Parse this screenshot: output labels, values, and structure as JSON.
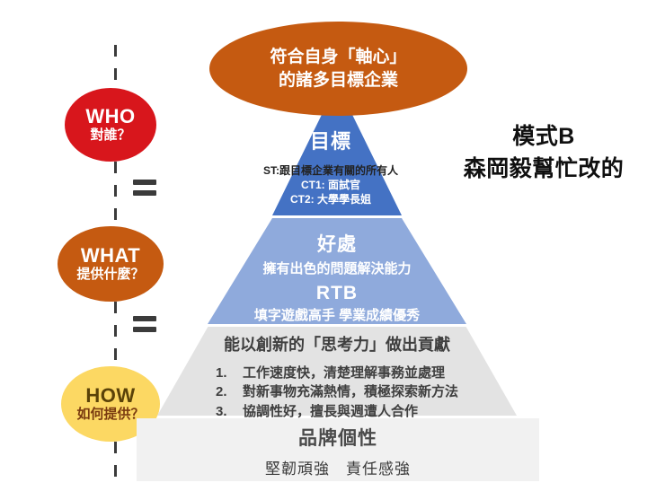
{
  "left_rail": {
    "circles": [
      {
        "id": "who",
        "en": "WHO",
        "zh": "對誰？",
        "color": "#D8161C"
      },
      {
        "id": "what",
        "en": "WHAT",
        "zh": "提供什麼？",
        "color": "#C55A11"
      },
      {
        "id": "how",
        "en": "HOW",
        "zh": "如何提供？",
        "color": "#FCD863"
      }
    ],
    "equals_sign": "="
  },
  "top_ellipse": {
    "line1": "符合自身「軸心」",
    "line2": "的諸多目標企業",
    "color": "#C55A11"
  },
  "pyramid": {
    "goal": {
      "title": "目標",
      "st": "ST:跟目標企業有關的所有人",
      "ct1": "CT1: 面試官",
      "ct2": "CT2: 大學學長姐",
      "color": "#4472C4"
    },
    "benefit": {
      "title": "好處",
      "subtitle": "擁有出色的問題解決能力",
      "rtb_title": "RTB",
      "rtb_subtitle": "填字遊戲高手 學業成績優秀",
      "color": "#8FAADC"
    },
    "contribution": {
      "title": "能以創新的「思考力」做出貢獻",
      "items": [
        {
          "num": "1.",
          "text": "工作速度快，清楚理解事務並處理"
        },
        {
          "num": "2.",
          "text": "對新事物充滿熱情，積極探索新方法"
        },
        {
          "num": "3.",
          "text": "協調性好，擅長與週遭人合作"
        }
      ],
      "color": "#E3E3E3"
    },
    "brand": {
      "title": "品牌個性",
      "subtitle": "堅韌頑強　責任感強",
      "color": "#F1F1F1"
    }
  },
  "right_title": {
    "line1": "模式B",
    "line2": "森岡毅幫忙改的"
  }
}
